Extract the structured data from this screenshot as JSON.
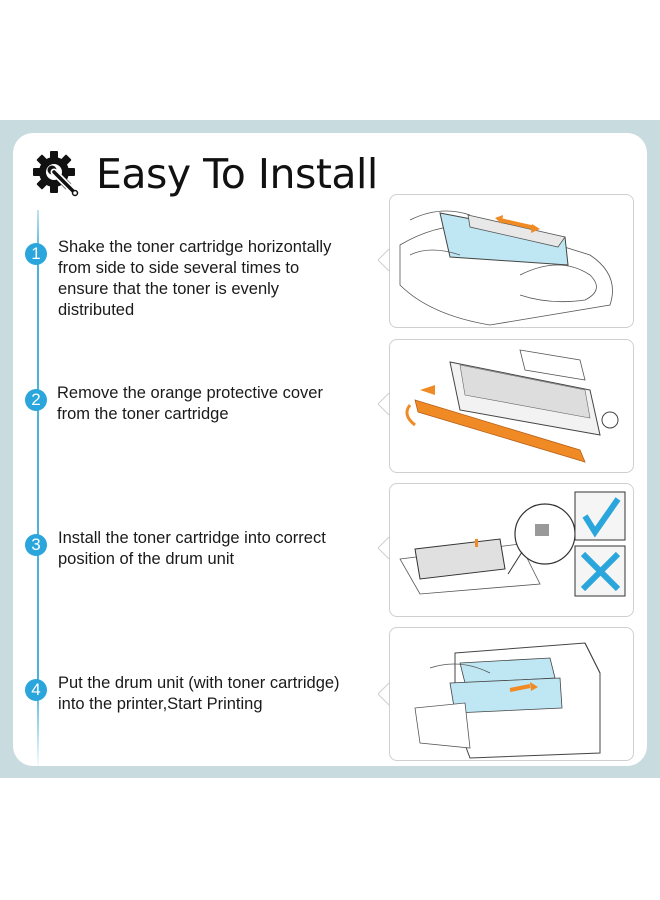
{
  "header": {
    "title": "Easy To Install",
    "icon": "gear-wrench-icon"
  },
  "colors": {
    "band": "#c8dce0",
    "accent": "#2aa6dc",
    "orange": "#f08a24",
    "cyan_part": "#bfe6f3"
  },
  "steps": [
    {
      "number": "1",
      "lines": [
        "Shake the toner cartridge horizontally",
        "from side to side several times to",
        "ensure that the toner is evenly",
        "distributed"
      ],
      "illustration": "shake-cartridge-illustration"
    },
    {
      "number": "2",
      "lines": [
        "Remove the orange protective cover",
        "from the toner cartridge"
      ],
      "illustration": "remove-cover-illustration"
    },
    {
      "number": "3",
      "lines": [
        "Install the toner cartridge into correct",
        "position of the drum unit"
      ],
      "illustration": "install-drum-illustration"
    },
    {
      "number": "4",
      "lines": [
        "Put the drum unit (with toner cartridge)",
        "into the printer,Start Printing"
      ],
      "illustration": "insert-printer-illustration"
    }
  ]
}
